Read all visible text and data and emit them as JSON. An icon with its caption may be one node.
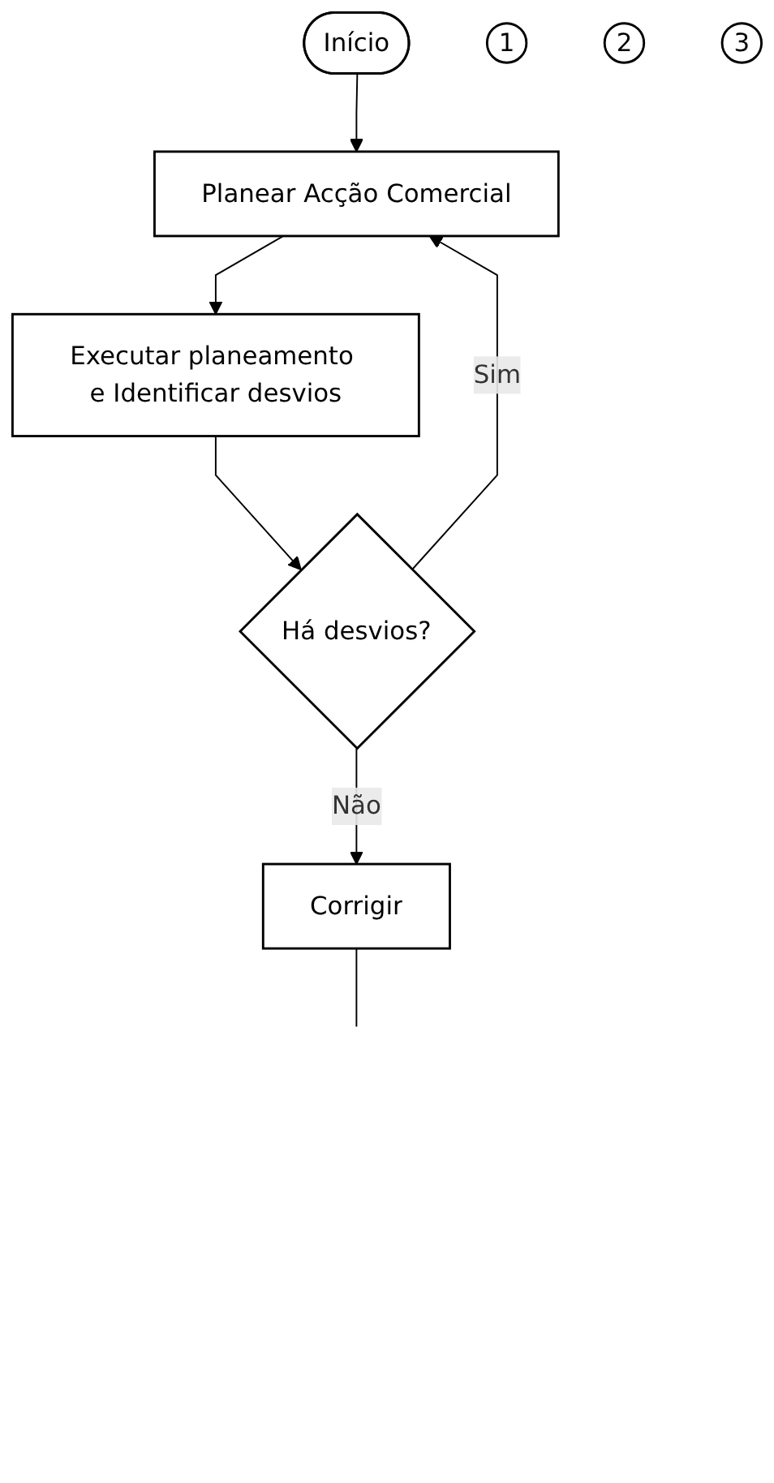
{
  "diagram": {
    "nodes": [
      {
        "text": [
          "Início"
        ]
      },
      {
        "text": [
          "Planear Acção Comercial"
        ]
      },
      {
        "text": [
          "1"
        ]
      },
      {
        "text": [
          "Executar planeamento e Identificar desvios"
        ]
      },
      {
        "text": [
          "2"
        ]
      },
      {
        "text": [
          "Há desvios?"
        ]
      },
      {
        "text": [
          "Corrigir"
        ]
      },
      {
        "text": [
          "3"
        ]
      }
    ],
    "edges": [
      {
        "from": 0,
        "to": 1,
        "arrow": "to"
      },
      {
        "from": 1,
        "to": 3,
        "arrow": "to"
      },
      {
        "from": 3,
        "to": 5,
        "arrow": "to"
      },
      {
        "from": 5,
        "to": 1,
        "arrow": "to",
        "label": "Sim"
      },
      {
        "from": 5,
        "to": 6,
        "arrow": "to",
        "label": "Não"
      },
      {
        "from": 6,
        "to": null,
        "arrow": "none"
      }
    ]
  }
}
